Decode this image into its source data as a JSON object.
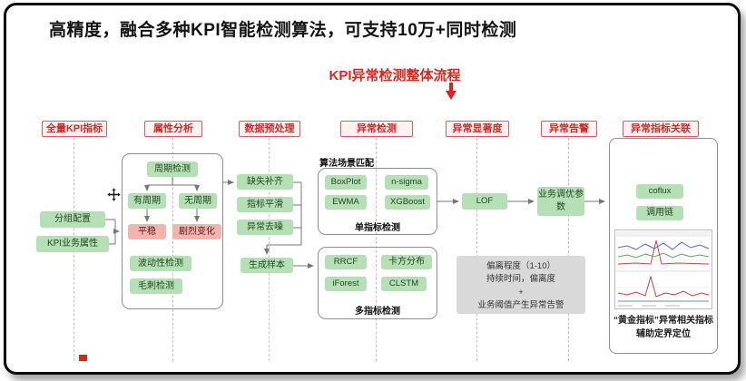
{
  "title": "高精度，融合多种KPI智能检测算法，可支持10万+同时检测",
  "flow_title": "KPI异常检测整体流程",
  "columns": [
    {
      "label": "全量KPI指标"
    },
    {
      "label": "属性分析"
    },
    {
      "label": "数据预处理"
    },
    {
      "label": "异常检测"
    },
    {
      "label": "异常显著度"
    },
    {
      "label": "异常告警"
    },
    {
      "label": "异常指标关联"
    }
  ],
  "kpi_inputs": {
    "items": [
      "分组配置",
      "KPI业务属性"
    ]
  },
  "attribute_analysis": {
    "period_detection": "周期检测",
    "has_period": "有周期",
    "no_period": "无周期",
    "stationary": "平稳",
    "drastic_change": "剧烈变化",
    "volatility": "波动性检测",
    "glitch": "毛刺检测"
  },
  "preprocessing": {
    "steps": [
      "缺失补齐",
      "指标平滑",
      "异常去噪"
    ],
    "generate": "生成样本"
  },
  "detection": {
    "scene_match_label": "算法场景匹配",
    "single": {
      "algorithms": [
        "BoxPlot",
        "n-sigma",
        "EWMA",
        "XGBoost"
      ],
      "label": "单指标检测"
    },
    "multi": {
      "algorithms": [
        "RRCF",
        "卡方分布",
        "iForest",
        "CLSTM"
      ],
      "label": "多指标检测"
    }
  },
  "significance": {
    "lof": "LOF"
  },
  "alerting": {
    "tuning": "业务调优参数",
    "note_lines": [
      "偏离程度（1-10）",
      "持续时间，偏离度",
      "+",
      "业务阈值产生异常告警"
    ]
  },
  "correlation": {
    "algorithms": [
      "coflux",
      "调用链"
    ],
    "caption_lines": [
      "“黄金指标”异常相关指标",
      "辅助定界定位"
    ]
  },
  "colors": {
    "accent_red": "#d9261c",
    "chip_green": "#b5e0b6",
    "chip_red": "#f2b4af",
    "note_gray": "#d9d9d9"
  }
}
